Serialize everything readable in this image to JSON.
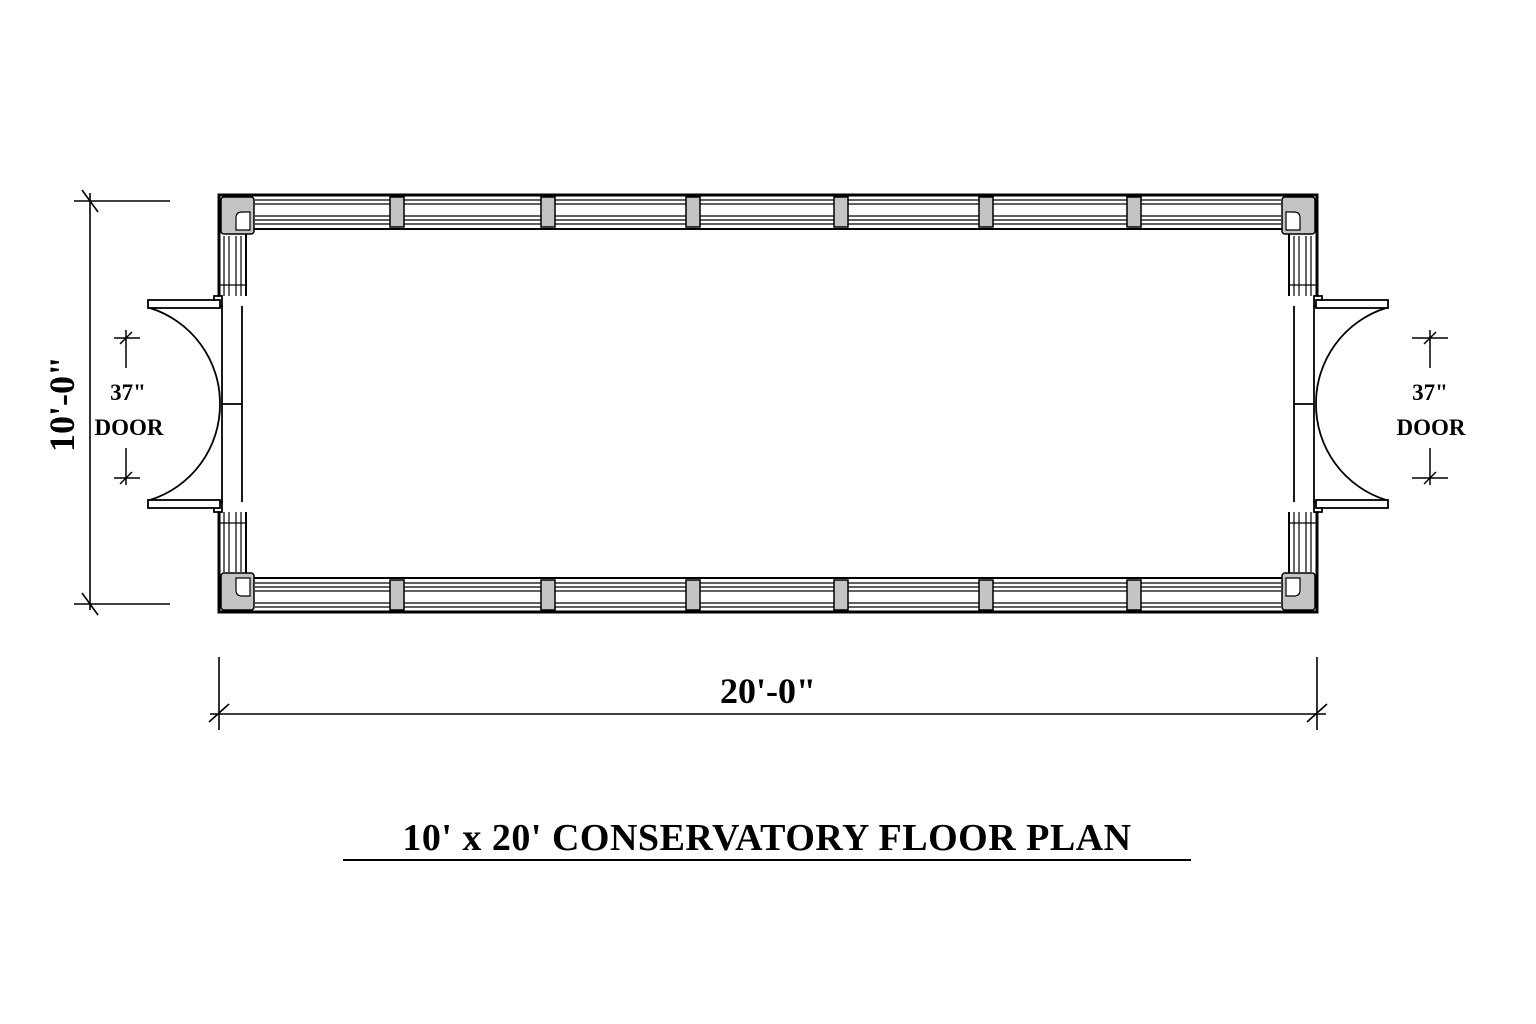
{
  "title": "10' x 20' CONSERVATORY FLOOR PLAN",
  "dimensions": {
    "width": "20'-0\"",
    "depth": "10'-0\""
  },
  "doors": {
    "left": {
      "size": "37\"",
      "label": "DOOR"
    },
    "right": {
      "size": "37\"",
      "label": "DOOR"
    }
  },
  "colors": {
    "line": "#000000",
    "post_fill": "#c4c4c4",
    "background": "#ffffff"
  }
}
